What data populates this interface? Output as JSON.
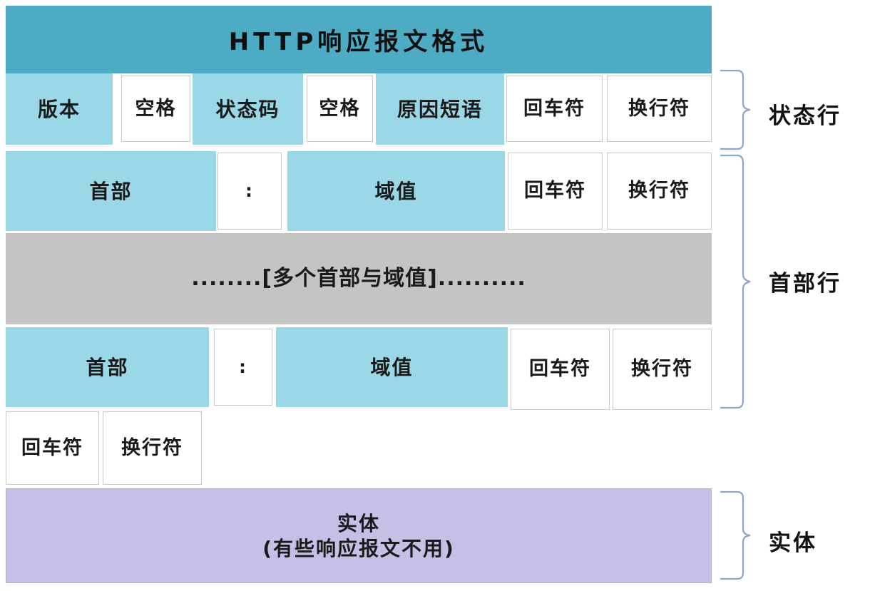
{
  "diagram": {
    "title": "HTTP响应报文格式",
    "type": "http-response-message-format",
    "colors": {
      "title_banner": "#4DACC4",
      "field_blue": "#9AD8E8",
      "separator_white": "#FFFFFF",
      "ellipsis_gray": "#C4C4C4",
      "entity_purple": "#C6C0E6",
      "bracket_blue": "#8CA5C8"
    },
    "status_line": {
      "cells": [
        {
          "label": "版本",
          "style": "blue"
        },
        {
          "label": "空格",
          "style": "white"
        },
        {
          "label": "状态码",
          "style": "blue"
        },
        {
          "label": "空格",
          "style": "white"
        },
        {
          "label": "原因短语",
          "style": "blue"
        },
        {
          "label": "回车符",
          "style": "white"
        },
        {
          "label": "换行符",
          "style": "white"
        }
      ]
    },
    "header_line_1": {
      "cells": [
        {
          "label": "首部",
          "style": "blue"
        },
        {
          "label": ":",
          "style": "white"
        },
        {
          "label": "域值",
          "style": "blue"
        },
        {
          "label": "回车符",
          "style": "white"
        },
        {
          "label": "换行符",
          "style": "white"
        }
      ]
    },
    "ellipsis_row": {
      "label": "........[多个首部与域值].........."
    },
    "header_line_2": {
      "cells": [
        {
          "label": "首部",
          "style": "blue"
        },
        {
          "label": ":",
          "style": "white"
        },
        {
          "label": "域值",
          "style": "blue"
        },
        {
          "label": "回车符",
          "style": "white"
        },
        {
          "label": "换行符",
          "style": "white"
        }
      ]
    },
    "blank_line": {
      "cells": [
        {
          "label": "回车符",
          "style": "white"
        },
        {
          "label": "换行符",
          "style": "white"
        }
      ]
    },
    "entity": {
      "line1": "实体",
      "line2": "(有些响应报文不用)"
    },
    "brace_labels": {
      "status_line": "状态行",
      "header_lines": "首部行",
      "entity": "实体"
    }
  }
}
